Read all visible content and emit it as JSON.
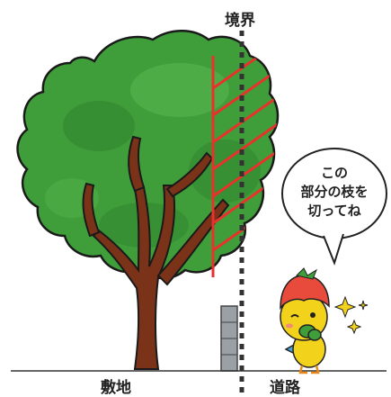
{
  "labels": {
    "boundary": "境界",
    "site": "敷地",
    "road": "道路"
  },
  "speech_bubble": {
    "lines": [
      "この",
      "部分の枝を",
      "切ってね"
    ]
  },
  "colors": {
    "foliage": "#3f9e3a",
    "foliage_dark": "#2f7f2c",
    "foliage_outline": "#1a1a1a",
    "trunk": "#7a3218",
    "hatch": "#e8322b",
    "boundary_line": "#333333",
    "ground_line": "#333333",
    "block_wall": "#9aa0a6",
    "character_body": "#f3d21c",
    "character_hat": "#e84a3b",
    "sparkle": "#f2d21c"
  },
  "icons": {
    "character": "tomato-mascot-icon",
    "sparkles": "sparkle-icon"
  }
}
